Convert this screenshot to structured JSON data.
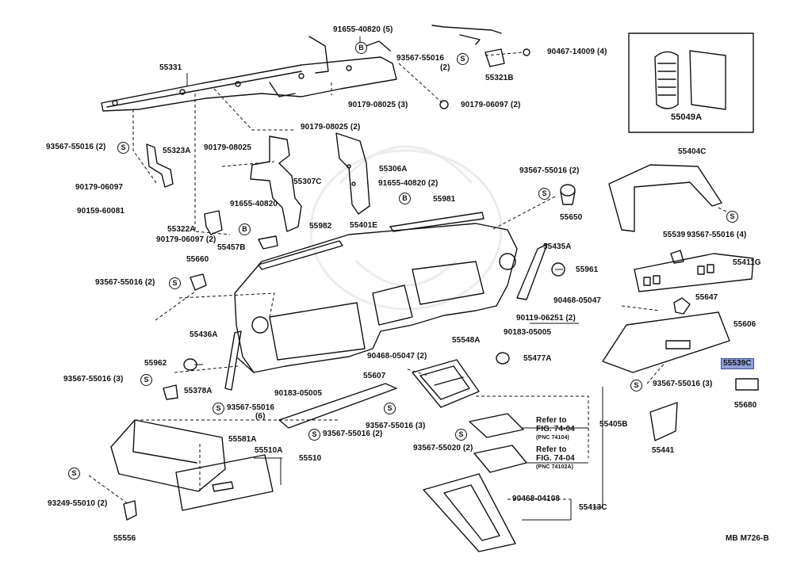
{
  "diagram": {
    "code": "MB M726-B",
    "symbols": {
      "s": "S",
      "b": "B"
    },
    "labels": {
      "p55331": "55331",
      "p91655_40820_5": "91655-40820 (5)",
      "p93567_55016_a": "93567-55016",
      "qty2_a": "(2)",
      "p90467_14009": "90467-14009 (4)",
      "p55321b": "55321B",
      "p90179_08025_3": "90179-08025 (3)",
      "p90179_06097_2a": "90179-06097 (2)",
      "p55049a": "55049A",
      "p93567_55016_2a": "93567-55016 (2)",
      "p55323a": "55323A",
      "p90179_06097": "90179-06097",
      "p90179_08025_2": "90179-08025 (2)",
      "p90179_08025": "90179-08025",
      "p55306a": "55306A",
      "p55307c": "55307C",
      "p93567_55016_2b": "93567-55016 (2)",
      "p91655_40820_2": "91655-40820 (2)",
      "p55404c": "55404C",
      "p90159_60081": "90159-60081",
      "p91655_40820": "91655-40820",
      "p55981": "55981",
      "p55650": "55650",
      "p55322a": "55322A",
      "p90179_06097_2b": "90179-06097 (2)",
      "p55982": "55982",
      "p55401e": "55401E",
      "p55539": "55539",
      "p93567_55016_4": "93567-55016 (4)",
      "p55457b": "55457B",
      "p55435a": "55435A",
      "p55411g": "55411G",
      "p55660": "55660",
      "p93567_55016_2c": "93567-55016 (2)",
      "p55961": "55961",
      "p90468_05047": "90468-05047",
      "p55647": "55647",
      "p90119_06251": "90119-06251 (2)",
      "p55436a": "55436A",
      "p55548a": "55548A",
      "p90183_05005a": "90183-05005",
      "p55606": "55606",
      "p55539c": "55539C",
      "p90468_05047_2": "90468-05047 (2)",
      "p55962": "55962",
      "p55477a": "55477A",
      "p55607": "55607",
      "p93567_55016_3a": "93567-55016 (3)",
      "p93567_55016_3b": "93567-55016 (3)",
      "p55378a": "55378A",
      "p90183_05005b": "90183-05005",
      "p55680": "55680",
      "p93567_55016_6": "93567-55016",
      "qty6": "(6)",
      "p93567_55016_3c": "93567-55016 (3)",
      "p55405b": "55405B",
      "p55441": "55441",
      "refer1_a": "Refer to",
      "refer1_b": "FIG. 74-04",
      "refer1_c": "(PNC 74104)",
      "p55581a": "55581A",
      "p93567_55016_2d": "93567-55016 (2)",
      "p93567_55020": "93567-55020 (2)",
      "refer2_a": "Refer to",
      "refer2_b": "FIG. 74-04",
      "refer2_c": "(PNC 74102A)",
      "p55510a": "55510A",
      "p55510": "55510",
      "p93249_55010": "93249-55010 (2)",
      "p90468_04108": "90468-04108",
      "p55413c": "55413C",
      "p55556": "55556"
    }
  }
}
